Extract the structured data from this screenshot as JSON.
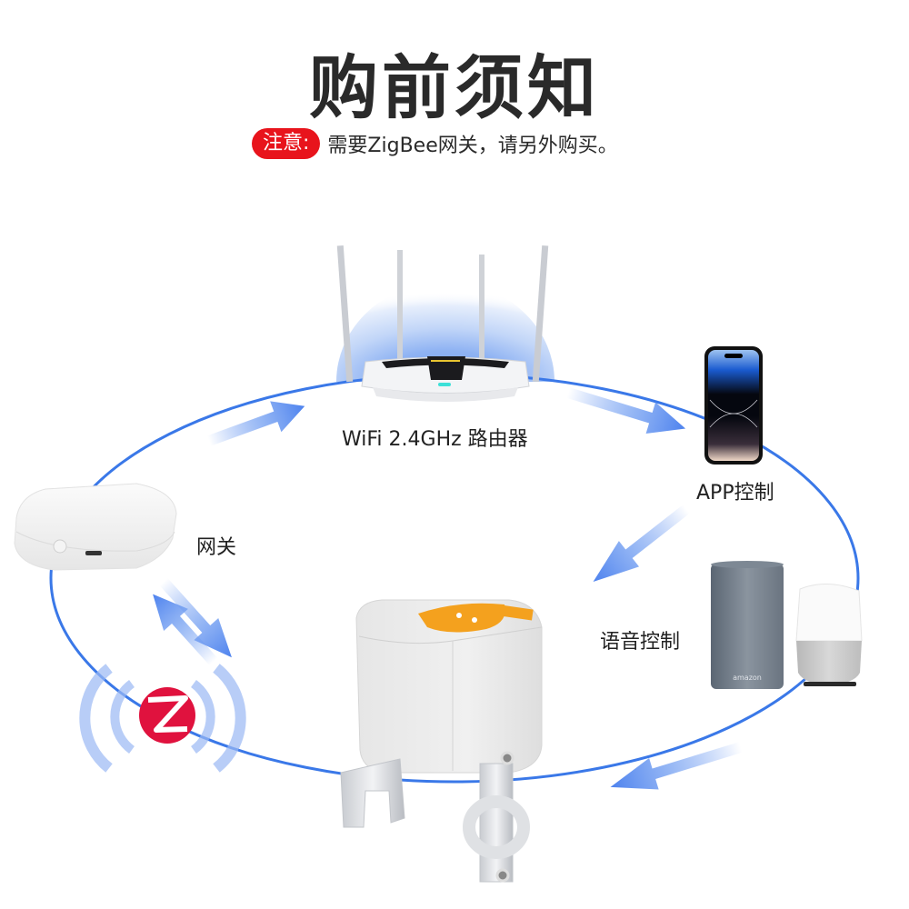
{
  "header": {
    "title": "购前须知",
    "notice_badge": "注意:",
    "notice_text": "需要ZigBee网关，请另外购买。"
  },
  "nodes": {
    "router": {
      "label": "WiFi 2.4GHz 路由器",
      "icon": "wifi-router"
    },
    "phone": {
      "label": "APP控制",
      "icon": "smartphone"
    },
    "gateway": {
      "label": "网关",
      "icon": "zigbee-gateway"
    },
    "voice": {
      "label": "语音控制",
      "icon": "smart-speakers",
      "speaker_brand": "amazon"
    },
    "zigbee": {
      "icon": "zigbee-logo"
    },
    "valve": {
      "icon": "smart-valve-controller"
    }
  },
  "colors": {
    "ring": "#3a78e8",
    "arrow": "#5a8df0",
    "badge": "#e8141c",
    "zigbee_red": "#e0123e",
    "valve_orange": "#f4a11e"
  }
}
